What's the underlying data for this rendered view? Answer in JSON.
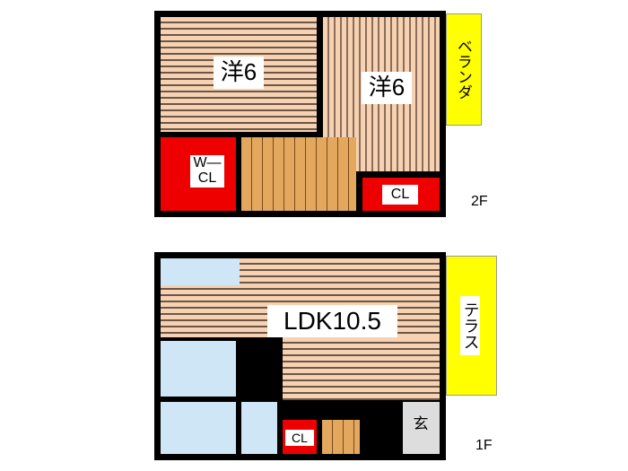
{
  "floor2": {
    "label": "2F",
    "rooms": [
      {
        "name": "洋6",
        "type": "western-room"
      },
      {
        "name": "洋6",
        "type": "western-room"
      },
      {
        "name": "ベランダ",
        "type": "balcony"
      },
      {
        "name": "W—\nCL",
        "type": "walk-in-closet"
      },
      {
        "name": "CL",
        "type": "closet"
      }
    ]
  },
  "floor1": {
    "label": "1F",
    "rooms": [
      {
        "name": "LDK10.5",
        "type": "living-dining-kitchen"
      },
      {
        "name": "テラス",
        "type": "terrace"
      },
      {
        "name": "CL",
        "type": "closet"
      },
      {
        "name": "玄",
        "type": "entrance"
      }
    ]
  },
  "colors": {
    "wall": "#000000",
    "closet": "#ee0000",
    "balcony": "#ffff00",
    "floor": "#f6d2b2",
    "wet": "#cfe6f6",
    "stairs": "#e3a85e"
  }
}
